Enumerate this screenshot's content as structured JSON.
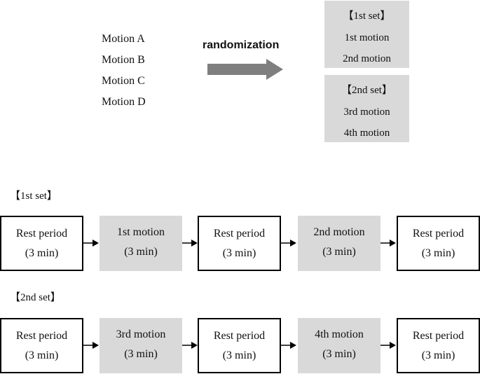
{
  "motions": [
    "Motion A",
    "Motion B",
    "Motion C",
    "Motion D"
  ],
  "randomization_label": "randomization",
  "set_panels": [
    {
      "title": "【1st set】",
      "items": [
        "1st motion",
        "2nd motion"
      ]
    },
    {
      "title": "【2nd set】",
      "items": [
        "3rd motion",
        "4th motion"
      ]
    }
  ],
  "sequences": [
    {
      "title": "【1st set】",
      "steps": [
        {
          "kind": "rest",
          "line1": "Rest period",
          "line2": "(3 min)"
        },
        {
          "kind": "motion",
          "line1": "1st motion",
          "line2": "(3 min)"
        },
        {
          "kind": "rest",
          "line1": "Rest period",
          "line2": "(3 min)"
        },
        {
          "kind": "motion",
          "line1": "2nd motion",
          "line2": "(3 min)"
        },
        {
          "kind": "rest",
          "line1": "Rest period",
          "line2": "(3 min)"
        }
      ]
    },
    {
      "title": "【2nd set】",
      "steps": [
        {
          "kind": "rest",
          "line1": "Rest period",
          "line2": "(3 min)"
        },
        {
          "kind": "motion",
          "line1": "3rd motion",
          "line2": "(3 min)"
        },
        {
          "kind": "rest",
          "line1": "Rest period",
          "line2": "(3 min)"
        },
        {
          "kind": "motion",
          "line1": "4th motion",
          "line2": "(3 min)"
        },
        {
          "kind": "rest",
          "line1": "Rest period",
          "line2": "(3 min)"
        }
      ]
    }
  ],
  "colors": {
    "panel_fill": "#d9d9d9",
    "arrow_fill": "#7f7f7f",
    "border": "#000000"
  }
}
